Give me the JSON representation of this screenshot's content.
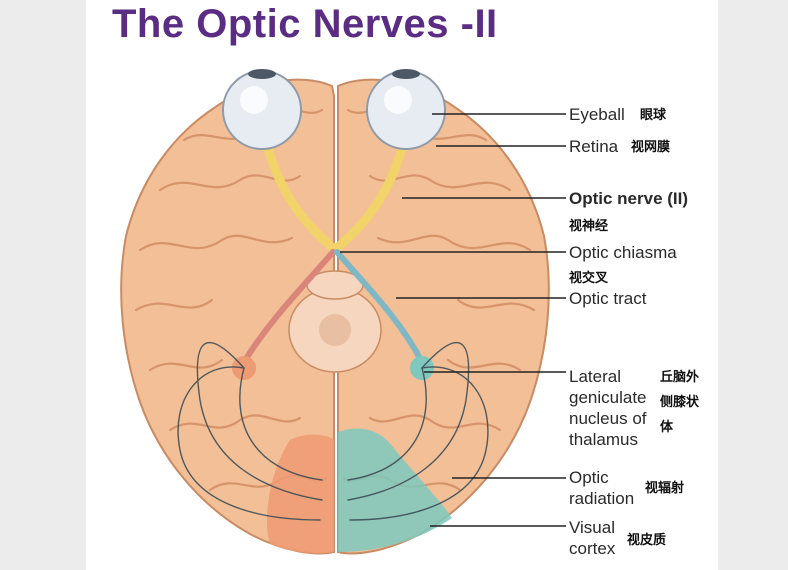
{
  "title": "The Optic Nerves -II",
  "labels": {
    "eyeball": {
      "en": "Eyeball",
      "zh": "眼球"
    },
    "retina": {
      "en": "Retina",
      "zh": "视网膜"
    },
    "optic_nerve": {
      "en": "Optic nerve (II)",
      "zh": "视神经"
    },
    "optic_chiasma": {
      "en": "Optic chiasma",
      "zh": "视交叉"
    },
    "optic_tract": {
      "en": "Optic tract"
    },
    "lgn": {
      "en_lines": [
        "Lateral",
        "geniculate",
        "nucleus of",
        "thalamus"
      ],
      "zh_lines": [
        "丘脑外",
        "侧膝状",
        "体"
      ]
    },
    "optic_radiation": {
      "en_lines": [
        "Optic",
        "radiation"
      ],
      "zh": "视辐射"
    },
    "visual_cortex": {
      "en_lines": [
        "Visual",
        "cortex"
      ],
      "zh": "视皮质"
    }
  },
  "colors": {
    "title": "#5b2c83",
    "brain": "#f2bf97",
    "brain_dark": "#d99a70",
    "optic_nerve": "#f1d36a",
    "tract_right": "#7fb8c4",
    "tract_left": "#d9857a",
    "cortex_teal": "#7ec8bd",
    "cortex_orange": "#ee9a72"
  }
}
